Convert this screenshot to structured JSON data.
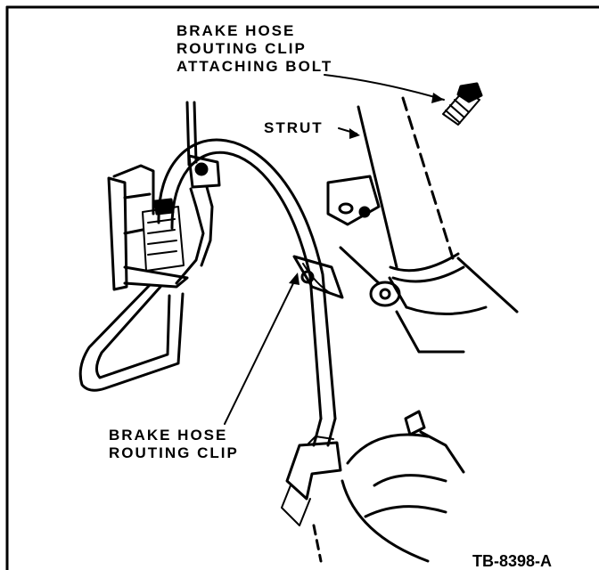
{
  "diagram": {
    "callouts": {
      "bolt": {
        "line1": "BRAKE HOSE",
        "line2": "ROUTING CLIP",
        "line3": "ATTACHING BOLT"
      },
      "strut": {
        "text": "STRUT"
      },
      "clip": {
        "line1": "BRAKE HOSE",
        "line2": "ROUTING CLIP"
      }
    },
    "figure_id": "TB-8398-A"
  }
}
